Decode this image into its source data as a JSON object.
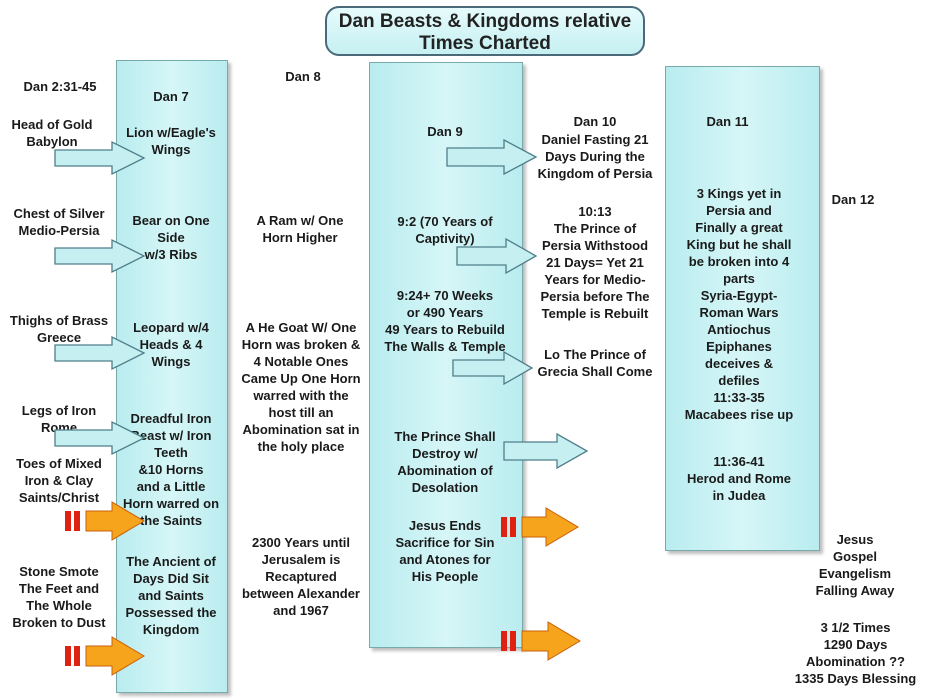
{
  "title": "Dan Beasts & Kingdoms\nrelative Times Charted",
  "dan2": {
    "header": "Dan 2:31-45",
    "items": [
      "Head of Gold\nBabylon",
      "Chest of Silver\nMedio-Persia",
      "Thighs of Brass\nGreece",
      "Legs of Iron\nRome",
      "Toes of Mixed\nIron & Clay\nSaints/Christ",
      "Stone Smote\nThe Feet and\nThe Whole\nBroken to Dust"
    ]
  },
  "dan7": {
    "header": "Dan 7",
    "items": [
      "Lion w/Eagle's\nWings",
      "Bear on One\nSide\nw/3 Ribs",
      "Leopard w/4\nHeads & 4\nWings",
      "Dreadful Iron\nBeast w/ Iron\nTeeth\n&10 Horns\nand a Little\nHorn warred on\nthe Saints",
      "The Ancient of\nDays Did Sit\nand Saints\nPossessed the\nKingdom"
    ]
  },
  "dan8": {
    "header": "Dan 8",
    "items": [
      "A Ram w/ One\nHorn Higher",
      "A He Goat W/ One\nHorn was broken &\n4 Notable Ones\nCame Up One Horn\nwarred with the\nhost till an\nAbomination sat in\nthe holy place",
      "2300 Years until\nJerusalem is\nRecaptured\nbetween Alexander\nand 1967"
    ]
  },
  "dan9": {
    "header": "Dan 9",
    "items": [
      "9:2 (70 Years of\nCaptivity)",
      "9:24+ 70 Weeks\nor 490 Years\n49 Years to Rebuild\nThe Walls & Temple",
      "The Prince Shall\nDestroy w/\nAbomination of\nDesolation",
      "Jesus Ends\nSacrifice for Sin\nand Atones for\nHis People"
    ]
  },
  "dan10": {
    "header": "Dan 10",
    "items": [
      "Daniel Fasting 21\nDays During the\nKingdom of Persia",
      "10:13\nThe Prince of\nPersia Withstood\n21 Days=  Yet 21\nYears for Medio-\nPersia before The\nTemple is Rebuilt",
      "Lo The Prince of\nGrecia Shall Come"
    ]
  },
  "dan11": {
    "header": "Dan 11",
    "items": [
      "3 Kings yet in\nPersia and\nFinally a great\nKing but he shall\nbe broken into 4\nparts\nSyria-Egypt-\nRoman Wars\nAntiochus\nEpiphanes\ndeceives &\ndefiles\n11:33-35\nMacabees rise up",
      "11:36-41\nHerod and Rome\nin Judea"
    ]
  },
  "dan12": {
    "header": "Dan 12",
    "items": [
      "Jesus\nGospel\nEvangelism\nFalling Away",
      "3 1/2 Times\n1290 Days\nAbomination ??\n1335 Days Blessing"
    ]
  },
  "colors": {
    "column_fill": "#c8f1f3",
    "title_fill": "#d8f6f8",
    "arrow_light": "#c6eff2",
    "arrow_orange": "#f5a41c",
    "arrow_stripe": "#e02010"
  }
}
